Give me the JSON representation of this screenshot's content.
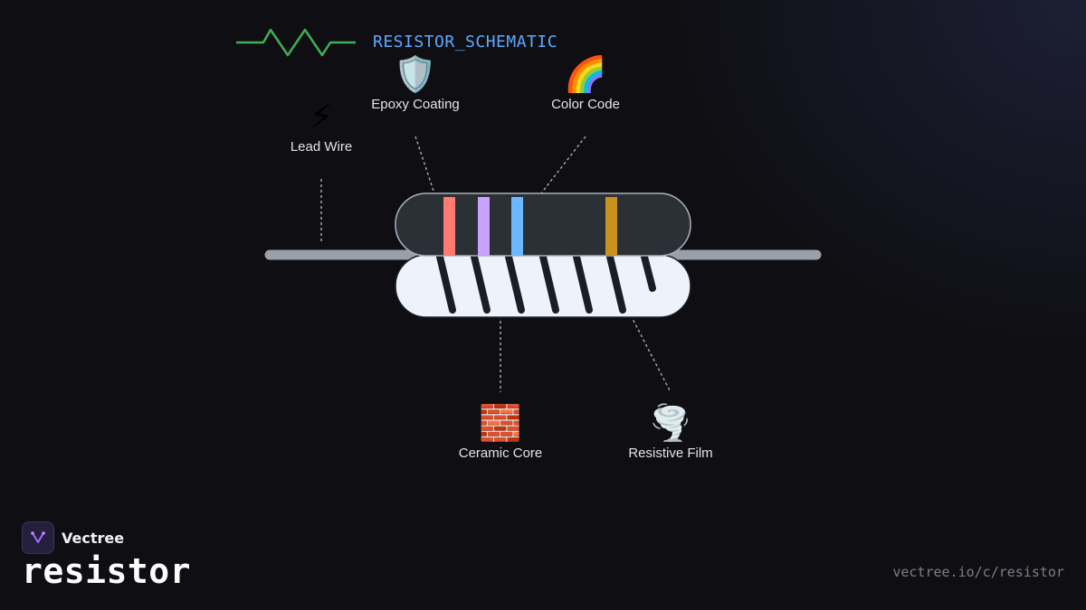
{
  "header": {
    "title": "RESISTOR_SCHEMATIC",
    "symbol_icon": "zigzag-resistor-symbol"
  },
  "components": [
    {
      "id": "lead-wire",
      "label": "Lead Wire",
      "emoji": "⚡",
      "icon": "lightning-icon"
    },
    {
      "id": "epoxy-coating",
      "label": "Epoxy Coating",
      "emoji": "🛡️",
      "icon": "shield-icon"
    },
    {
      "id": "color-code",
      "label": "Color Code",
      "emoji": "🌈",
      "icon": "rainbow-icon"
    },
    {
      "id": "ceramic-core",
      "label": "Ceramic Core",
      "emoji": "🧱",
      "icon": "brick-icon"
    },
    {
      "id": "resistive-film",
      "label": "Resistive Film",
      "emoji": "🌪️",
      "icon": "tornado-icon"
    }
  ],
  "bands": [
    {
      "name": "band-1",
      "color": "#ff7a70"
    },
    {
      "name": "band-2",
      "color": "#c7a2ff"
    },
    {
      "name": "band-3",
      "color": "#6ab8ff"
    },
    {
      "name": "band-tolerance",
      "color": "#c9911e"
    }
  ],
  "colors": {
    "background": "#0f0f13",
    "schematic_line": "#3fae55",
    "title": "#5fa8ff",
    "lead_wire": "#9aa0a8",
    "body_dark": "#2b3036",
    "body_light": "#eef3fb",
    "film_stripes": "#1a1e24"
  },
  "brand": {
    "name": "Vectree",
    "logo_icon": "vectree-logo-icon",
    "page_word": "resistor",
    "url": "vectree.io/c/resistor"
  }
}
